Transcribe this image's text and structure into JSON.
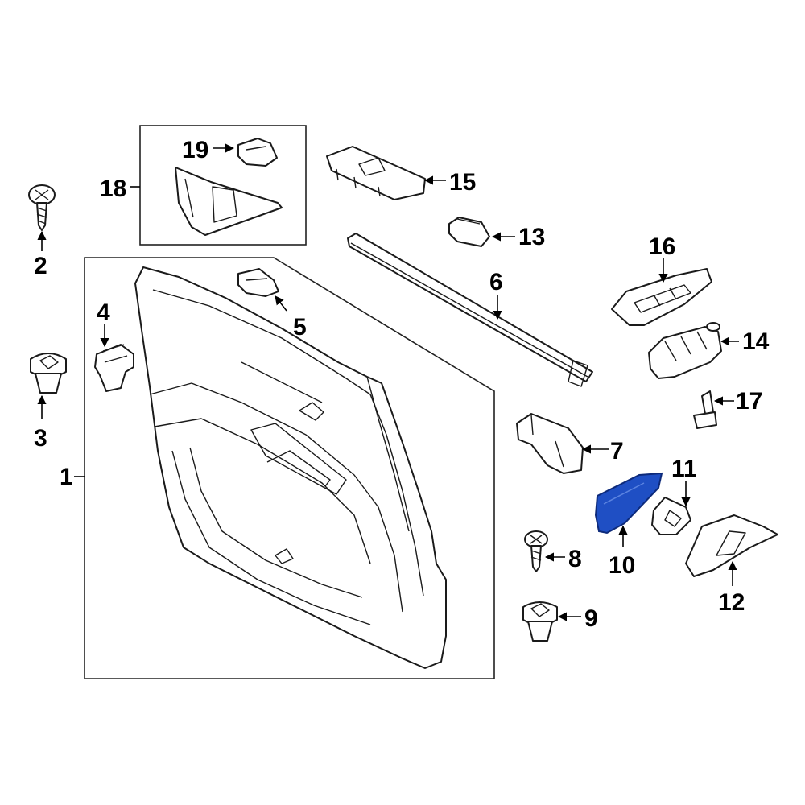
{
  "callouts": {
    "c1": "1",
    "c2": "2",
    "c3": "3",
    "c4": "4",
    "c5": "5",
    "c6": "6",
    "c7": "7",
    "c8": "8",
    "c9": "9",
    "c10": "10",
    "c11": "11",
    "c12": "12",
    "c13": "13",
    "c14": "14",
    "c15": "15",
    "c16": "16",
    "c17": "17",
    "c18": "18",
    "c19": "19"
  },
  "colors": {
    "highlight": "#1f4fc4",
    "line": "#1a1a1a"
  }
}
